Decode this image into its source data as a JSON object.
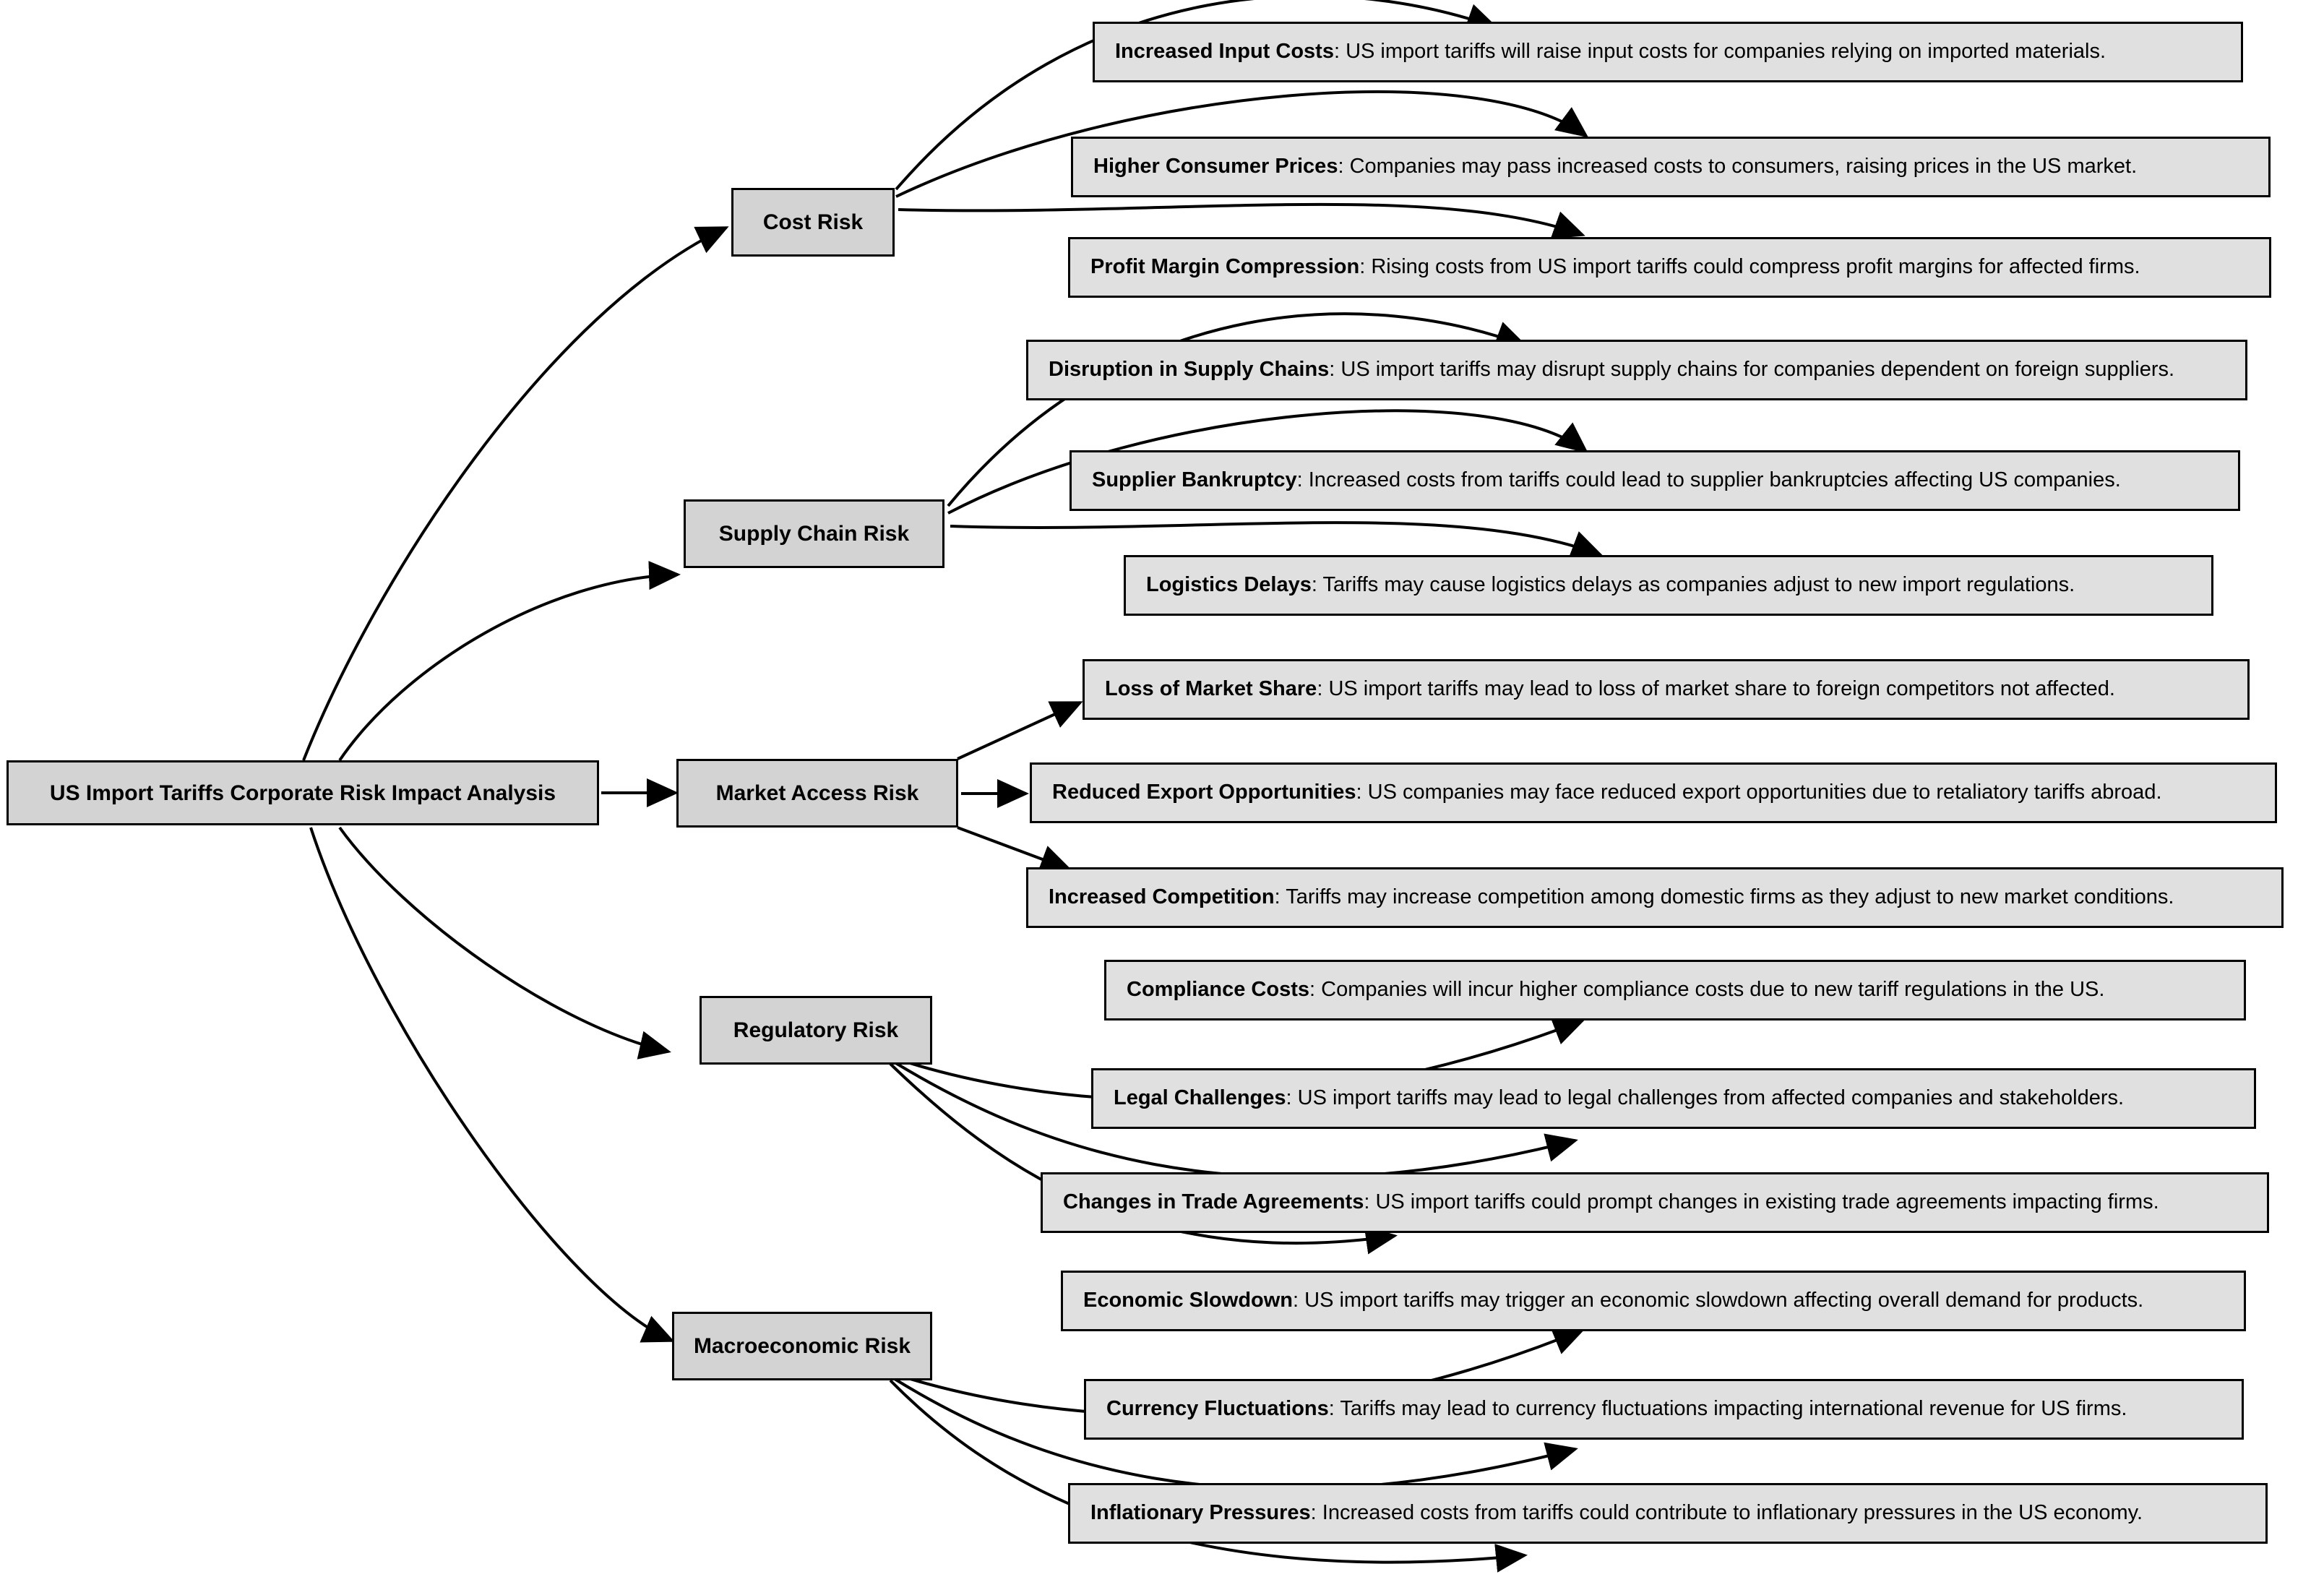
{
  "diagram": {
    "type": "hierarchy-tree",
    "orientation": "left-to-right",
    "root": {
      "id": "root",
      "label": "US Import Tariffs Corporate Risk Impact Analysis"
    },
    "branches": [
      {
        "id": "cost-risk",
        "label": "Cost Risk",
        "leaves": [
          {
            "id": "increased-input-costs",
            "lead": "Increased Input Costs",
            "sep": ": ",
            "detail": "US import tariffs will raise input costs for companies relying on imported materials."
          },
          {
            "id": "higher-consumer-prices",
            "lead": "Higher Consumer Prices",
            "sep": ": ",
            "detail": "Companies may pass increased costs to consumers, raising prices in the US market."
          },
          {
            "id": "profit-margin-compression",
            "lead": "Profit Margin Compression",
            "sep": ": ",
            "detail": "Rising costs from US import tariffs could compress profit margins for affected firms."
          }
        ]
      },
      {
        "id": "supply-chain-risk",
        "label": "Supply Chain Risk",
        "leaves": [
          {
            "id": "disruption-in-supply-chains",
            "lead": "Disruption in Supply Chains",
            "sep": ": ",
            "detail": "US import tariffs may disrupt supply chains for companies dependent on foreign suppliers."
          },
          {
            "id": "supplier-bankruptcy",
            "lead": "Supplier Bankruptcy",
            "sep": ": ",
            "detail": "Increased costs from tariffs could lead to supplier bankruptcies affecting US companies."
          },
          {
            "id": "logistics-delays",
            "lead": "Logistics Delays",
            "sep": ": ",
            "detail": "Tariffs may cause logistics delays as companies adjust to new import regulations."
          }
        ]
      },
      {
        "id": "market-access-risk",
        "label": "Market Access Risk",
        "leaves": [
          {
            "id": "loss-of-market-share",
            "lead": "Loss of Market Share",
            "sep": ": ",
            "detail": "US import tariffs may lead to loss of market share to foreign competitors not affected."
          },
          {
            "id": "reduced-export-opportunities",
            "lead": "Reduced Export Opportunities",
            "sep": ": ",
            "detail": "US companies may face reduced export opportunities due to retaliatory tariffs abroad."
          },
          {
            "id": "increased-competition",
            "lead": "Increased Competition",
            "sep": ": ",
            "detail": "Tariffs may increase competition among domestic firms as they adjust to new market conditions."
          }
        ]
      },
      {
        "id": "regulatory-risk",
        "label": "Regulatory Risk",
        "leaves": [
          {
            "id": "compliance-costs",
            "lead": "Compliance Costs",
            "sep": ": ",
            "detail": "Companies will incur higher compliance costs due to new tariff regulations in the US."
          },
          {
            "id": "legal-challenges",
            "lead": "Legal Challenges",
            "sep": ": ",
            "detail": "US import tariffs may lead to legal challenges from affected companies and stakeholders."
          },
          {
            "id": "changes-in-trade-agreements",
            "lead": "Changes in Trade Agreements",
            "sep": ": ",
            "detail": "US import tariffs could prompt changes in existing trade agreements impacting firms."
          }
        ]
      },
      {
        "id": "macroeconomic-risk",
        "label": "Macroeconomic Risk",
        "leaves": [
          {
            "id": "economic-slowdown",
            "lead": "Economic Slowdown",
            "sep": ": ",
            "detail": "US import tariffs may trigger an economic slowdown affecting overall demand for products."
          },
          {
            "id": "currency-fluctuations",
            "lead": "Currency Fluctuations",
            "sep": ": ",
            "detail": "Tariffs may lead to currency fluctuations impacting international revenue for US firms."
          },
          {
            "id": "inflationary-pressures",
            "lead": "Inflationary Pressures",
            "sep": ": ",
            "detail": "Increased costs from tariffs could contribute to inflationary pressures in the US economy."
          }
        ]
      }
    ],
    "style": {
      "node_fill": "#d3d3d3",
      "leaf_fill": "#e0e0e0",
      "stroke": "#000000",
      "background": "#ffffff"
    }
  }
}
